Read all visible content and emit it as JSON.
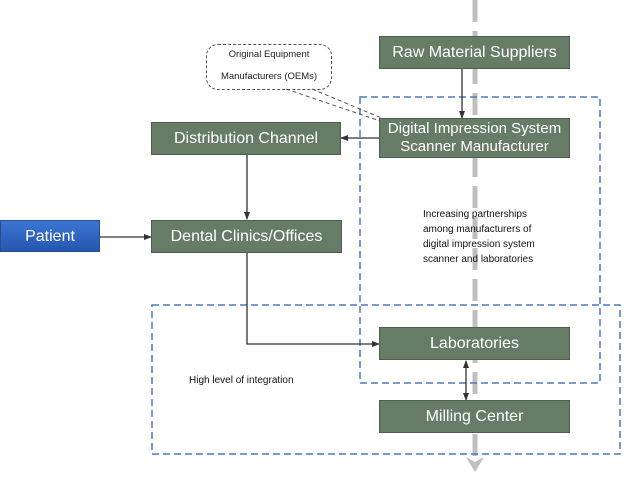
{
  "diagram": {
    "nodes": {
      "raw_material": "Raw Material Suppliers",
      "scanner_line1": "Digital Impression System",
      "scanner_line2": "Scanner Manufacturer",
      "distribution": "Distribution Channel",
      "patient": "Patient",
      "dental": "Dental Clinics/Offices",
      "laboratories": "Laboratories",
      "milling": "Milling Center"
    },
    "callout": {
      "line1": "Original Equipment",
      "line2": "Manufacturers (OEMs)"
    },
    "annotations": {
      "partnerships": [
        "Increasing partnerships",
        "among manufacturers of",
        "digital impression system",
        "scanner and laboratories"
      ],
      "integration": "High level of integration"
    },
    "colors": {
      "node_fill": "#677c67",
      "patient_fill": "#2e63bf",
      "dashed_region": "#4a79c0",
      "center_line": "#bfbfbf",
      "arrow": "#333333"
    }
  }
}
